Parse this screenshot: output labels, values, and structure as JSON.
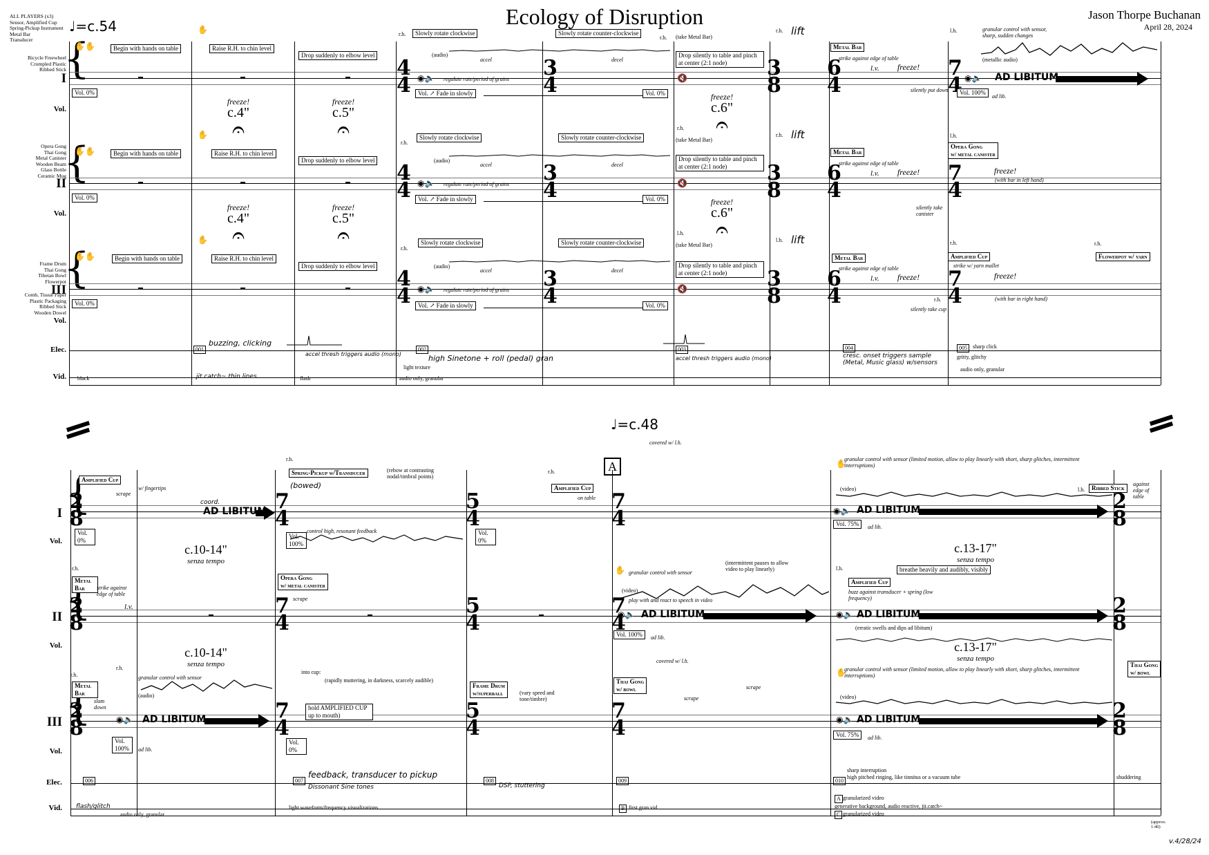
{
  "header": {
    "title": "Ecology of Disruption",
    "composer": "Jason Thorpe Buchanan",
    "date": "April 28, 2024",
    "players": [
      "ALL PLAYERS (x3)",
      "Sensor, Amplified Cup",
      "Spring-Pickup Instrument",
      "Metal Bar",
      "Transducer"
    ],
    "tempo1": "♩=c.54",
    "tempo2": "♩=c.48"
  },
  "system1": {
    "players": [
      {
        "roman": "I",
        "instruments": [
          "Bicycle Freewheel",
          "Crumpled Plastic",
          "Ribbed Stick"
        ]
      },
      {
        "roman": "II",
        "instruments": [
          "Opera Gong",
          "Thai Gong",
          "Metal Canister",
          "Wooden Beam",
          "Glass Bottle",
          "Ceramic Mug"
        ]
      },
      {
        "roman": "III",
        "instruments": [
          "Frame Drum",
          "Thai Gong",
          "Tibetan Bowl",
          "Flowerpot",
          "Comb, Tissue Paper",
          "Plastic Packaging",
          "Ribbed Stick",
          "Wooden Dowel"
        ]
      }
    ],
    "vol_label": "Vol.",
    "elec_label": "Elec.",
    "vid_label": "Vid.",
    "actions": {
      "begin": "Begin with hands on table",
      "raise": "Raise R.H. to chin level",
      "drop": "Drop suddenly to elbow level",
      "rotate_cw": "Slowly rotate clockwise",
      "rotate_ccw": "Slowly rotate counter-clockwise",
      "take_metal": "(take Metal Bar)",
      "drop_silent": "Drop silently to table and pinch at center (2:1 node)",
      "fade": "Fade in slowly",
      "vol0": "Vol. 0%",
      "vol100": "Vol. 100%",
      "freeze": "freeze!",
      "d4": "c.4\"",
      "d5": "c.5\"",
      "d6": "c.6\"",
      "lift": "lift",
      "metal_bar": "Metal Bar",
      "strike_edge": "strike against edge of table",
      "lv": "l.v.",
      "silently_put": "silently put down",
      "silently_take": "silently take canister",
      "silently_take_cup": "silently take cup",
      "opera_gong": "Opera Gong",
      "w_canister": "w/ metal canister",
      "amplified_cup": "Amplified Cup",
      "strike_mallet": "strike w/ yarn mallet",
      "flowerpot": "Flowerpot w/ yarn",
      "bar_left": "(with bar in left hand)",
      "bar_right": "(with bar in right hand)",
      "gran_sensor": "granular control with sensor, sharp, sudden changes",
      "metallic": "(metallic audio)",
      "audio": "(audio)",
      "accel": "accel",
      "decel": "decel",
      "regulate": "regulate rate/period of grains",
      "ad_libitum": "AD LIBITUM",
      "ad_lib": "ad lib.",
      "rh": "r.h.",
      "lh": "l.h."
    },
    "elec": {
      "c001": "001",
      "t001": "buzzing, clicking",
      "t001b": "accel thresh triggers audio (mono)",
      "c002": "002",
      "t002": "high Sinetone + roll (pedal) gran",
      "c003": "003",
      "t003": "accel thresh triggers audio (mono)",
      "c004": "004",
      "t004": "cresc. onset triggers sample (Metal, Music glass) w/sensors",
      "c005": "005",
      "t005": "sharp click",
      "t005b": "gritty, glitchy"
    },
    "vid": {
      "black": "black",
      "jit": "jit.catch~ thin lines",
      "flash": "flash",
      "audio_only": "audio only, granular",
      "light_texture": "light texture",
      "audio_only2": "audio only, granular"
    }
  },
  "system2": {
    "labels": {
      "I": "I",
      "II": "II",
      "III": "III",
      "vol": "Vol.",
      "elec": "Elec.",
      "vid": "Vid."
    },
    "rehearsal": "A",
    "items": {
      "amp_cup": "Amplified Cup",
      "fingertips": "w/ fingertips",
      "scrape": "scrape",
      "coord": "coord.",
      "ad_libitum": "AD LIBITUM",
      "dur1": "c.10-14\"",
      "senza": "senza tempo",
      "dur2": "c.13-17\"",
      "vol0": "Vol. 0%",
      "vol100": "Vol. 100%",
      "vol75": "Vol. 75%",
      "spring": "Spring-Pickup w/Transducer",
      "rebow": "(rebow at contrasting nodal/timbral points)",
      "bowed": "(bowed)",
      "control_high": "control high, resonant feedback",
      "amp_cup_table": "on table",
      "covered": "covered w/ l.h.",
      "gran_limited": "granular control with sensor (limited motion, allow to play linearly with short, sharp glitches, intermittent interruptions)",
      "video": "(video)",
      "ribbed": "Ribbed Stick",
      "against_table": "against edge of table",
      "metal_bar": "Metal Bar",
      "strike_edge": "strike against edge of table",
      "opera_gong": "Opera Gong",
      "w_canister": "w/ metal canister",
      "gran_sensor": "granular control with sensor",
      "play_react": "play with and react to speech in video",
      "intermittent": "(intermittent pauses to allow video to play linearly)",
      "breathe": "breathe heavily and audibly, visibly",
      "buzz": "buzz against transducer + spring (low frequency)",
      "erratic": "(erratic swells and dips ad libitum)",
      "slam": "slam down",
      "into_cup": "into cup:",
      "muttering": "(rapidly muttering, in darkness, scarcely audible)",
      "hold_cup": "hold AMPLIFIED CUP up to mouth)",
      "frame_drum": "Frame Drum",
      "w_superball": "w/superball",
      "vary": "(vary speed and tone/timbre)",
      "thai_gong": "Thai Gong",
      "w_bowl": "w/ bowl",
      "ad_lib": "ad lib.",
      "audio": "(audio)",
      "rh": "r.h.",
      "lh": "l.h."
    },
    "elec": {
      "c006": "006",
      "c007": "007",
      "t007": "feedback, transducer to pickup",
      "t007b": "Dissonant Sine tones",
      "c008": "008",
      "t008": "DSP, stuttering",
      "c009": "009",
      "c010": "010",
      "t010a": "sharp interruption",
      "t010b": "high pitched ringing, like tinnitus or a vacuum tube",
      "t_shudder": "shuddering"
    },
    "vid": {
      "flash": "flash/glitch",
      "audio_only": "audio only, granular",
      "light_wave": "light waveform/frequency visualizations",
      "b": "B",
      "first_gran": "first gran vid",
      "a": "A",
      "gran_video": "granularized video",
      "generative": "generative background, audio reactive, jit.catch~",
      "c": "C",
      "gran_video2": "granularized video"
    },
    "footer": {
      "approx": "(approx. 1:40)",
      "version": "v.4/28/24"
    }
  }
}
